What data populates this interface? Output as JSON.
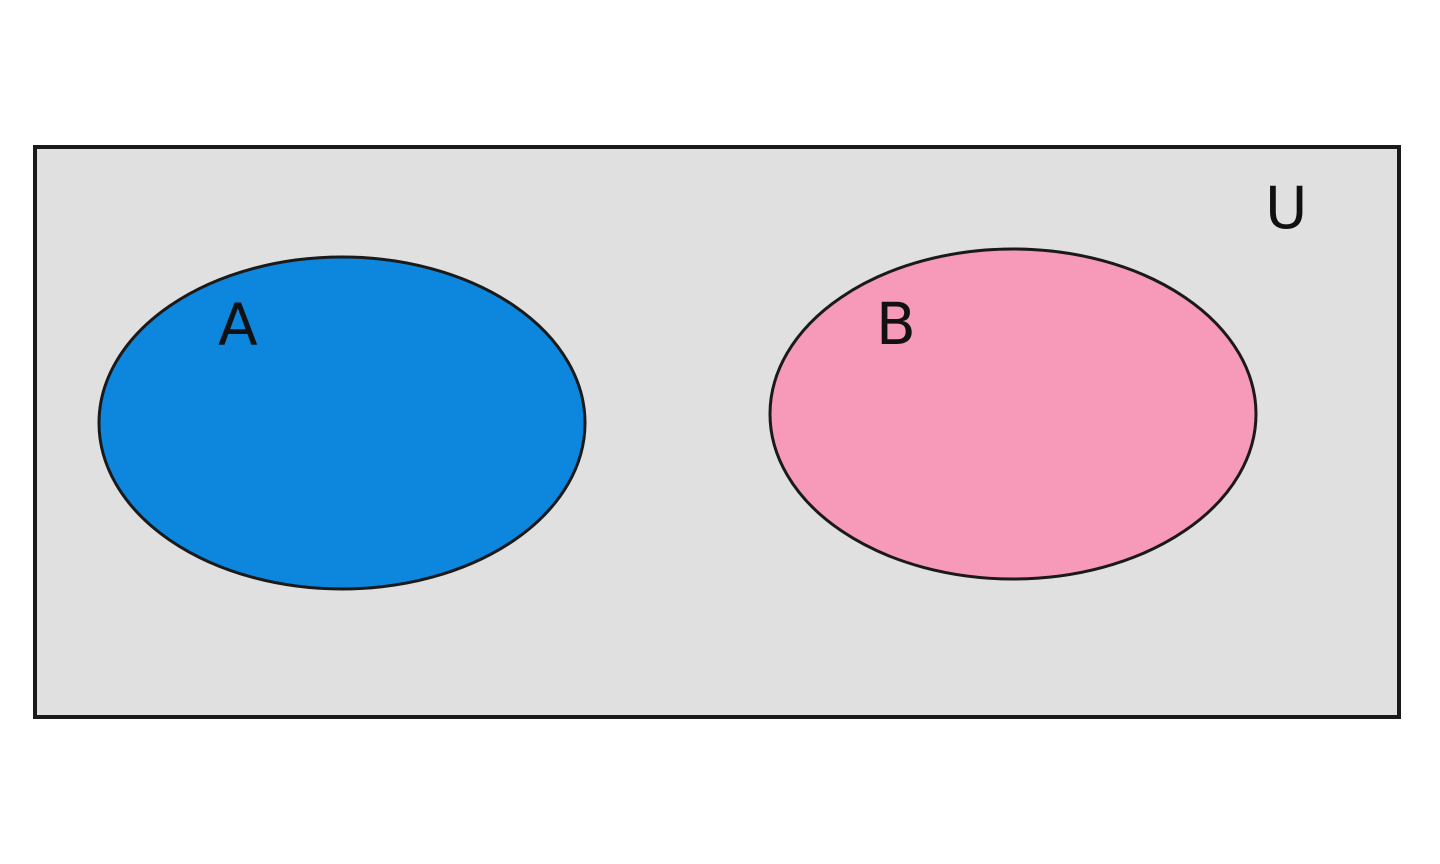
{
  "diagram": {
    "type": "venn",
    "universe": {
      "label": "U",
      "fill": "#e0e0e0",
      "stroke": "#1a1a1a"
    },
    "sets": [
      {
        "label": "A",
        "fill": "#0d86dd",
        "stroke": "#1a1a1a"
      },
      {
        "label": "B",
        "fill": "#f79ab9",
        "stroke": "#1a1a1a"
      }
    ],
    "relationship": "disjoint"
  }
}
